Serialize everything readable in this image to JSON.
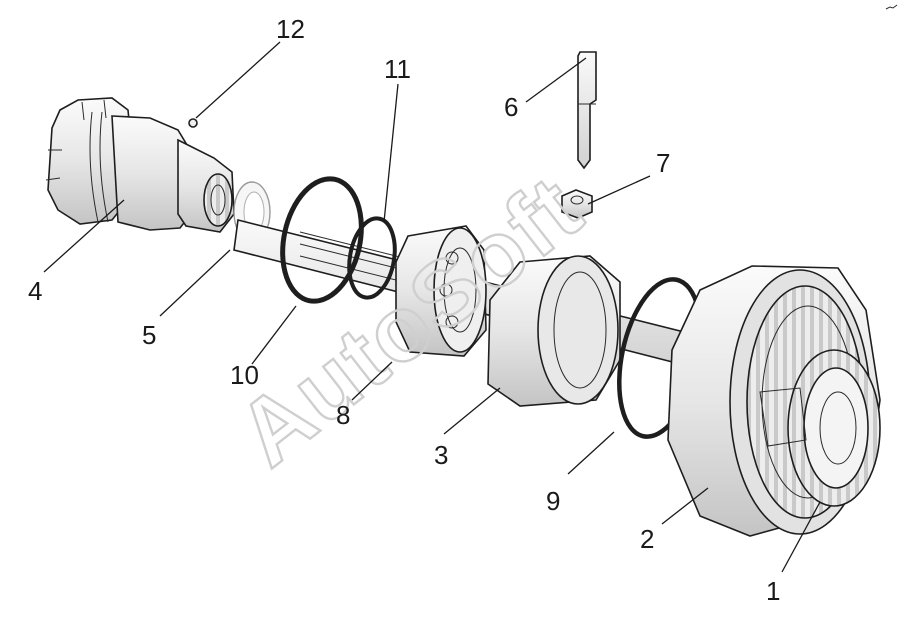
{
  "diagram": {
    "callouts": [
      {
        "id": "c1",
        "label": "1"
      },
      {
        "id": "c2",
        "label": "2"
      },
      {
        "id": "c3",
        "label": "3"
      },
      {
        "id": "c4",
        "label": "4"
      },
      {
        "id": "c5",
        "label": "5"
      },
      {
        "id": "c6",
        "label": "6"
      },
      {
        "id": "c7",
        "label": "7"
      },
      {
        "id": "c8",
        "label": "8"
      },
      {
        "id": "c9",
        "label": "9"
      },
      {
        "id": "c10",
        "label": "10"
      },
      {
        "id": "c11",
        "label": "11"
      },
      {
        "id": "c12",
        "label": "12"
      }
    ],
    "watermark": "AutoSoft"
  },
  "colors": {
    "part_light": "#f4f4f4",
    "part_mid": "#dcdcdc",
    "part_dark": "#b5b5b5",
    "outline": "#1e1e1e",
    "watermark": "#cfcfcf"
  }
}
